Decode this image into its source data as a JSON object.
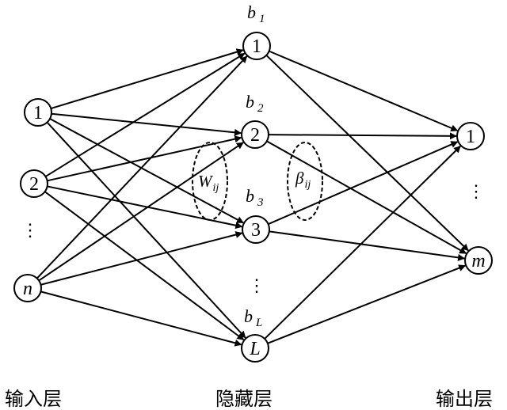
{
  "colors": {
    "line": "#000000",
    "background": "#ffffff"
  },
  "layers": {
    "input": {
      "label": "输入层",
      "nodes": [
        {
          "id": "in1",
          "text": "1",
          "italic": false
        },
        {
          "id": "in2",
          "text": "2",
          "italic": false
        },
        {
          "id": "inn",
          "text": "n",
          "italic": true
        }
      ],
      "dots": "⋮"
    },
    "hidden": {
      "label": "隐藏层",
      "nodes": [
        {
          "id": "h1",
          "text": "1",
          "italic": false,
          "bias": "b",
          "bias_sub": "1"
        },
        {
          "id": "h2",
          "text": "2",
          "italic": false,
          "bias": "b",
          "bias_sub": "2"
        },
        {
          "id": "h3",
          "text": "3",
          "italic": false,
          "bias": "b",
          "bias_sub": "3"
        },
        {
          "id": "hL",
          "text": "L",
          "italic": true,
          "bias": "b",
          "bias_sub": "L"
        }
      ],
      "dots": "⋮"
    },
    "output": {
      "label": "输出层",
      "nodes": [
        {
          "id": "o1",
          "text": "1",
          "italic": false
        },
        {
          "id": "om",
          "text": "m",
          "italic": true
        }
      ],
      "dots": "⋮"
    }
  },
  "edges": [
    [
      "in1",
      "h1"
    ],
    [
      "in1",
      "h2"
    ],
    [
      "in1",
      "h3"
    ],
    [
      "in1",
      "hL"
    ],
    [
      "in2",
      "h1"
    ],
    [
      "in2",
      "h2"
    ],
    [
      "in2",
      "h3"
    ],
    [
      "in2",
      "hL"
    ],
    [
      "inn",
      "h1"
    ],
    [
      "inn",
      "h2"
    ],
    [
      "inn",
      "h3"
    ],
    [
      "inn",
      "hL"
    ],
    [
      "h1",
      "o1"
    ],
    [
      "h1",
      "om"
    ],
    [
      "h2",
      "o1"
    ],
    [
      "h2",
      "om"
    ],
    [
      "h3",
      "o1"
    ],
    [
      "h3",
      "om"
    ],
    [
      "hL",
      "o1"
    ],
    [
      "hL",
      "om"
    ]
  ],
  "weights": {
    "input_hidden": {
      "symbol": "W",
      "sub": "ij"
    },
    "hidden_output": {
      "symbol": "β",
      "sub": "ij"
    }
  }
}
